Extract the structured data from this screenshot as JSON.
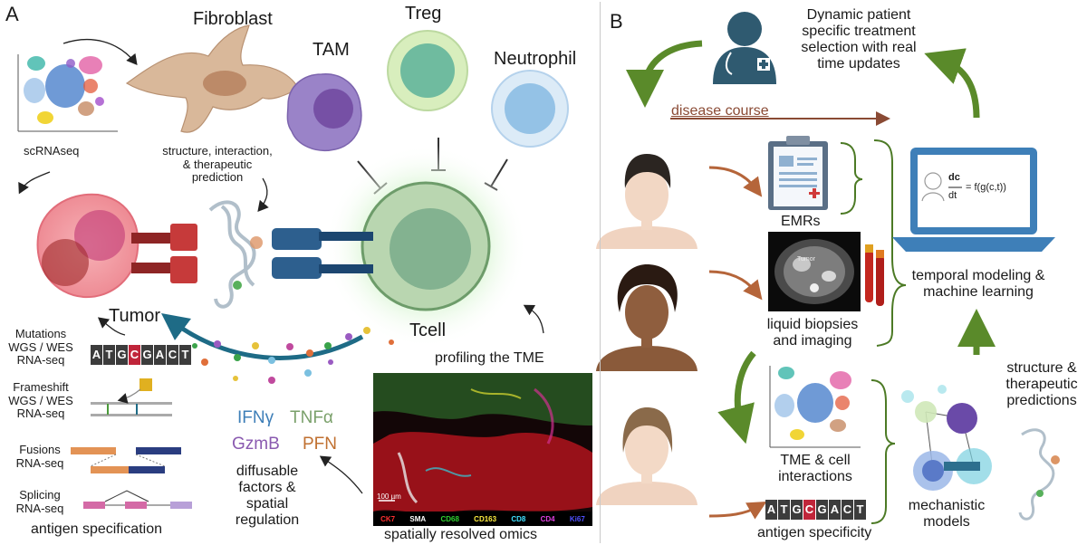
{
  "panels": {
    "a": "A",
    "b": "B"
  },
  "cells": {
    "fibroblast": "Fibroblast",
    "treg": "Treg",
    "tam": "TAM",
    "neutrophil": "Neutrophil",
    "tcell": "Tcell",
    "tumor": "Tumor"
  },
  "panel_a": {
    "scrnaseq": "scRNAseq",
    "structure_prediction": [
      "structure,  interaction,",
      "& therapeutic",
      "prediction"
    ],
    "mutations": [
      "Mutations",
      "WGS / WES",
      "RNA-seq"
    ],
    "frameshift": [
      "Frameshift",
      "WGS / WES",
      "RNA-seq"
    ],
    "fusions": [
      "Fusions",
      "RNA-seq"
    ],
    "splicing": [
      "Splicing",
      "RNA-seq"
    ],
    "antigen_specification": "antigen specification",
    "dna_sequence": [
      "A",
      "T",
      "G",
      "C",
      "G",
      "A",
      "C",
      "T"
    ],
    "cytokines": {
      "ifng": "IFNγ",
      "tnfa": "TNFα",
      "gzmb": "GzmB",
      "pfn": "PFN"
    },
    "diffusable": [
      "diffusable",
      "factors &",
      "spatial",
      "regulation"
    ],
    "profiling": "profiling the TME",
    "spatial_omics": "spatially resolved omics",
    "scale_bar": "100 µm",
    "markers": [
      {
        "name": "CK7",
        "color": "#ff3030"
      },
      {
        "name": "SMA",
        "color": "#ffffff"
      },
      {
        "name": "CD68",
        "color": "#30d030"
      },
      {
        "name": "CD163",
        "color": "#ffee40"
      },
      {
        "name": "CD8",
        "color": "#40e0ff"
      },
      {
        "name": "CD4",
        "color": "#e040e0"
      },
      {
        "name": "Ki67",
        "color": "#5050ff"
      }
    ]
  },
  "panel_b": {
    "treatment": [
      "Dynamic patient",
      "specific treatment",
      "selection with real",
      "time updates"
    ],
    "disease_course": "disease course",
    "emrs": "EMRs",
    "liquid": [
      "liquid biopsies",
      "and imaging"
    ],
    "tme": [
      "TME & cell",
      "interactions"
    ],
    "antigen_specificity": "antigen specificity",
    "temporal": [
      "temporal modeling &",
      "machine learning"
    ],
    "structure_predictions": [
      "structure &",
      "therapeutic",
      "predictions"
    ],
    "mechanistic": [
      "mechanistic",
      "models"
    ],
    "equation": {
      "numerator": "dc",
      "denominator": "dt",
      "rhs": "= f(g(c,t))"
    },
    "scan_label": "Tumor"
  },
  "colors": {
    "green_arrow": "#5a8a2a",
    "brown_arrow": "#b5653a",
    "disease_course": "#8a4a34",
    "doctor": "#2f5a70",
    "laptop": "#3e7fb8",
    "receptor_blue": "#2d5f8e",
    "receptor_red": "#c63a3a"
  }
}
